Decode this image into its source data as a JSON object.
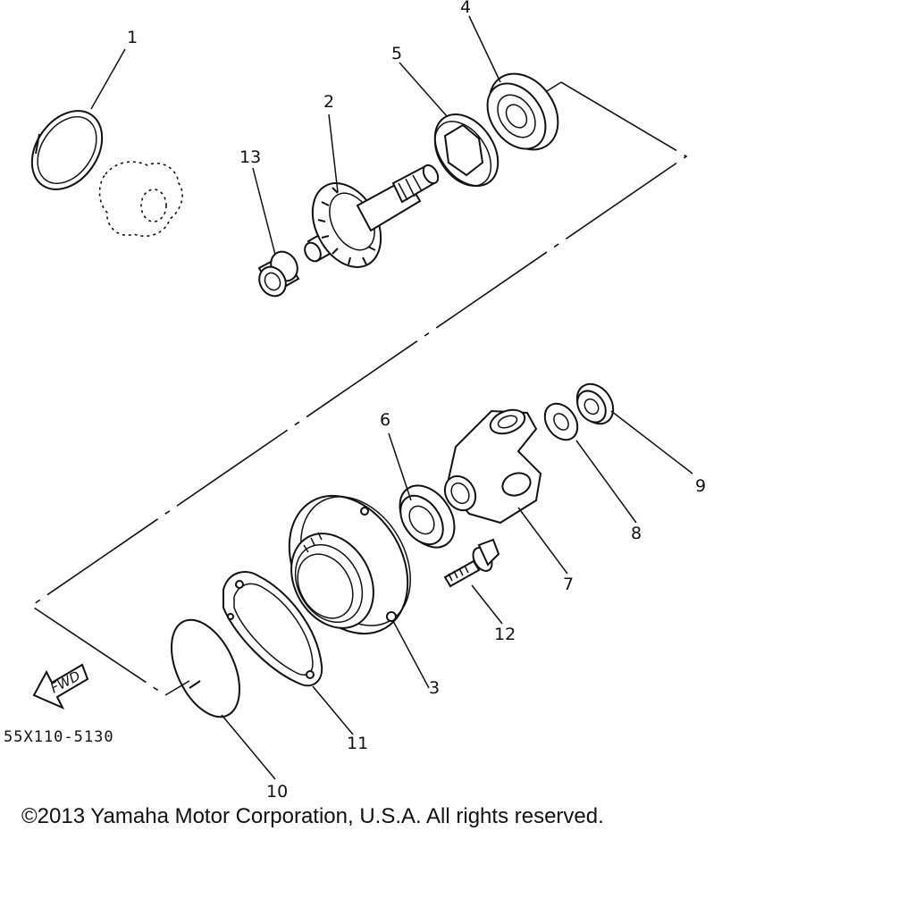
{
  "diagram": {
    "callouts": [
      "1",
      "2",
      "3",
      "4",
      "5",
      "6",
      "7",
      "8",
      "9",
      "10",
      "11",
      "12",
      "13"
    ],
    "part_code": "55X110-5130",
    "fwd_label": "FWD",
    "copyright": "©2013 Yamaha Motor Corporation, U.S.A. All rights reserved."
  }
}
